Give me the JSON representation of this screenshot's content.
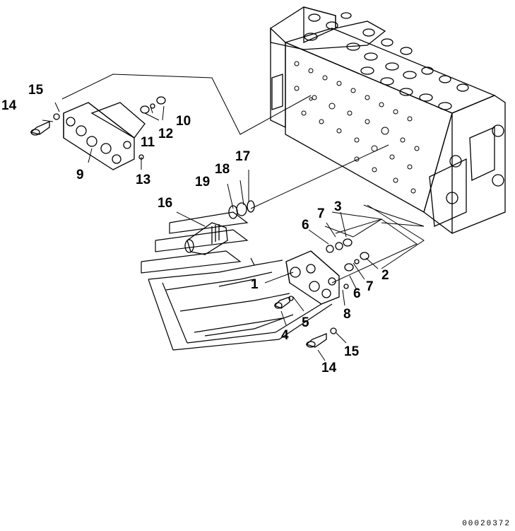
{
  "callouts": [
    {
      "id": "c1",
      "label": "1"
    },
    {
      "id": "c2",
      "label": "2"
    },
    {
      "id": "c3",
      "label": "3"
    },
    {
      "id": "c4",
      "label": "4"
    },
    {
      "id": "c5",
      "label": "5"
    },
    {
      "id": "c6a",
      "label": "6"
    },
    {
      "id": "c6b",
      "label": "6"
    },
    {
      "id": "c7a",
      "label": "7"
    },
    {
      "id": "c7b",
      "label": "7"
    },
    {
      "id": "c8",
      "label": "8"
    },
    {
      "id": "c9",
      "label": "9"
    },
    {
      "id": "c10",
      "label": "10"
    },
    {
      "id": "c11",
      "label": "11"
    },
    {
      "id": "c12",
      "label": "12"
    },
    {
      "id": "c13",
      "label": "13"
    },
    {
      "id": "c14a",
      "label": "14"
    },
    {
      "id": "c14b",
      "label": "14"
    },
    {
      "id": "c15a",
      "label": "15"
    },
    {
      "id": "c15b",
      "label": "15"
    },
    {
      "id": "c16",
      "label": "16"
    },
    {
      "id": "c17",
      "label": "17"
    },
    {
      "id": "c18",
      "label": "18"
    },
    {
      "id": "c19",
      "label": "19"
    }
  ],
  "document_number": "00020372",
  "colors": {
    "ink": "#000000",
    "paper": "#ffffff"
  }
}
